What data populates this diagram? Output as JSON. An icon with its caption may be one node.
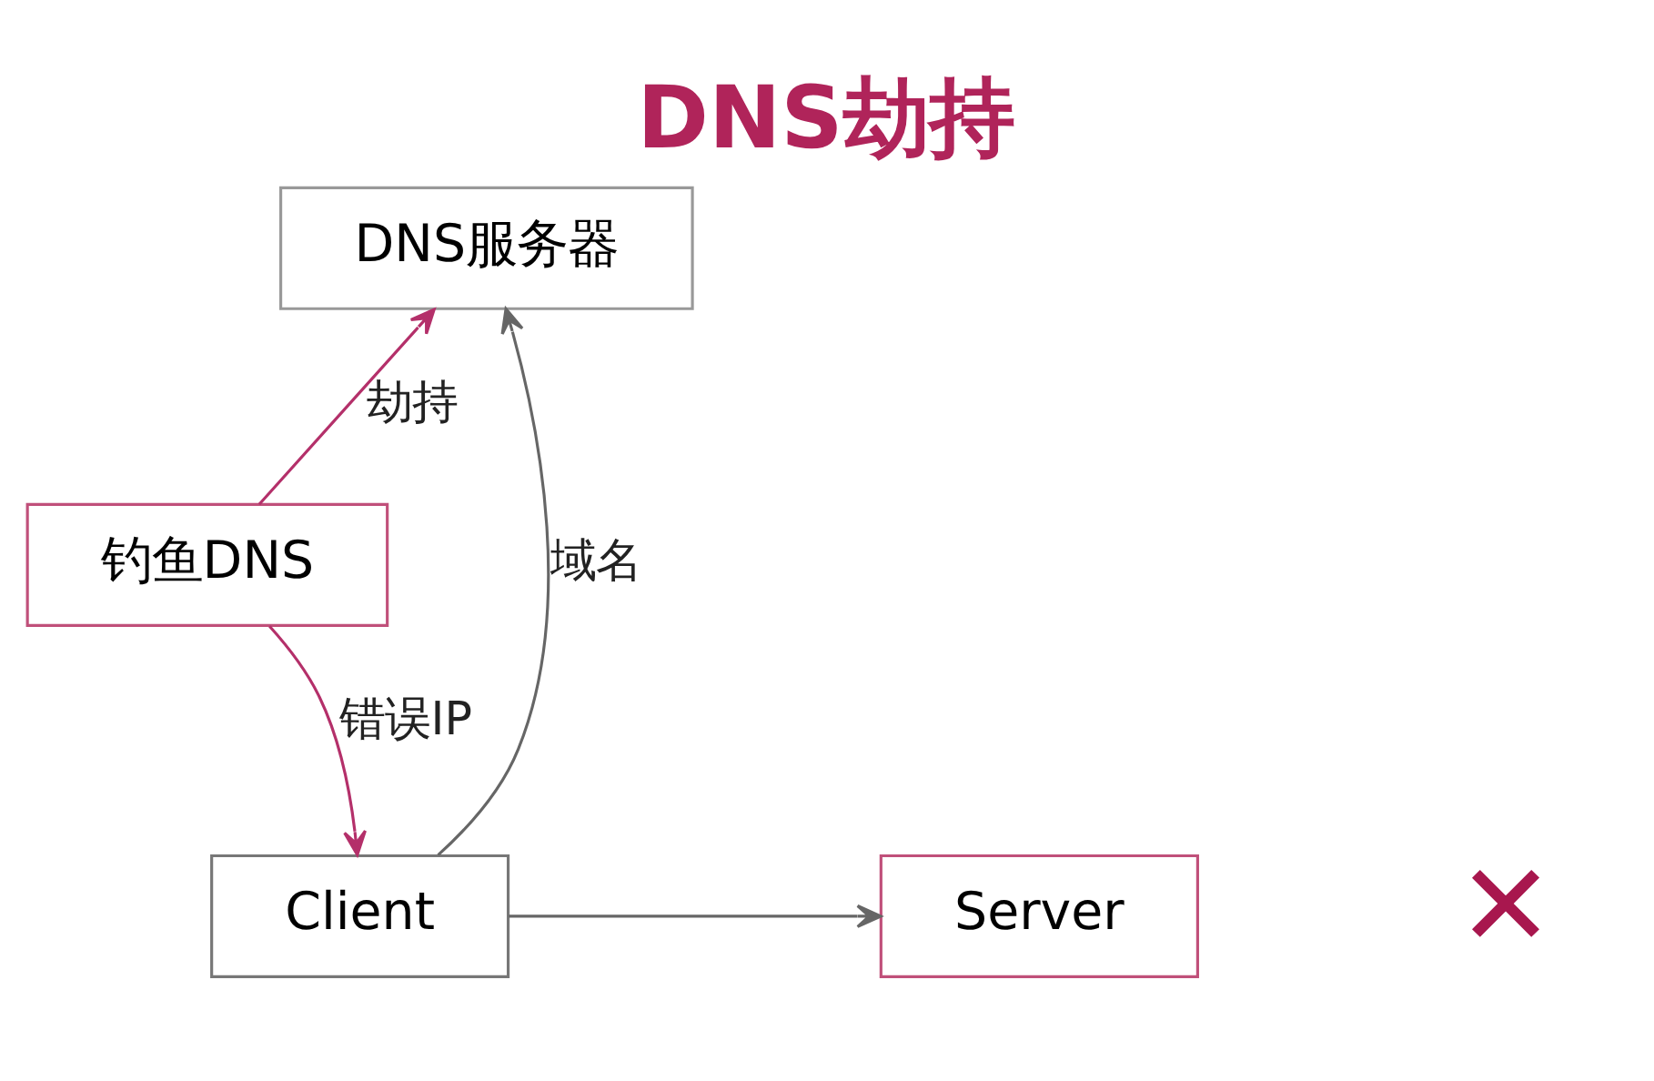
{
  "diagram": {
    "title": "DNS劫持",
    "nodes": [
      {
        "text": [
          "DNS服务器"
        ]
      },
      {
        "text": [
          "钓鱼DNS"
        ]
      },
      {
        "text": [
          "Client"
        ]
      },
      {
        "text": [
          "Server"
        ]
      }
    ],
    "edges": [
      {
        "from": 2,
        "to": 0,
        "arrow": "to",
        "label": "域名"
      },
      {
        "from": 1,
        "to": 0,
        "arrow": "to",
        "label": "劫持",
        "color": "#b4306a"
      },
      {
        "from": 1,
        "to": 2,
        "arrow": "to",
        "label": "错误IP",
        "color": "#b4306a"
      },
      {
        "from": 2,
        "to": 3,
        "arrow": "to"
      }
    ],
    "labels": [
      "✕"
    ]
  }
}
